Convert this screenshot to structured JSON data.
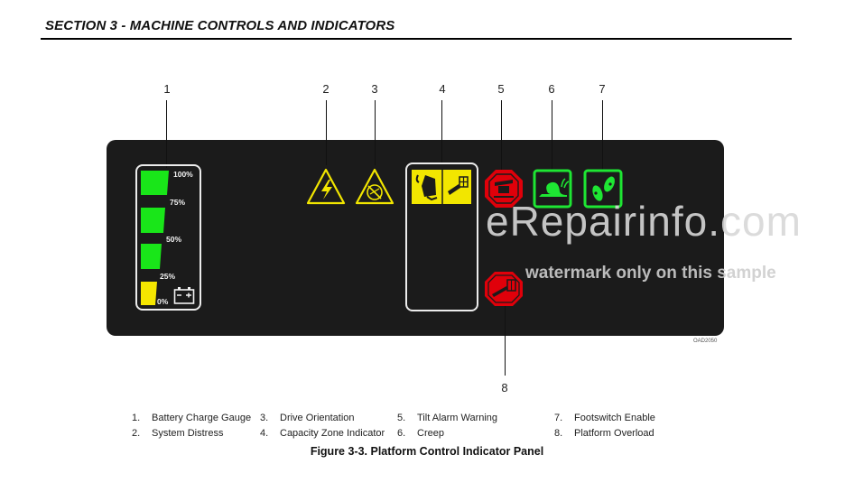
{
  "header": {
    "section_title": "SECTION 3 - MACHINE CONTROLS AND INDICATORS"
  },
  "callouts": [
    "1",
    "2",
    "3",
    "4",
    "5",
    "6",
    "7",
    "8"
  ],
  "gauge": {
    "levels": [
      "100%",
      "75%",
      "50%",
      "25%",
      "0%"
    ],
    "charge_fraction": 0.25
  },
  "panel": {
    "reference_code": "OAD2050"
  },
  "watermark": {
    "brand": "eRepairinfo.com",
    "note": "watermark only on this sample"
  },
  "legend": [
    {
      "num": "1.",
      "label": "Battery Charge Gauge"
    },
    {
      "num": "2.",
      "label": "System Distress"
    },
    {
      "num": "3.",
      "label": "Drive Orientation"
    },
    {
      "num": "4.",
      "label": "Capacity Zone Indicator"
    },
    {
      "num": "5.",
      "label": "Tilt Alarm Warning"
    },
    {
      "num": "6.",
      "label": "Creep"
    },
    {
      "num": "7.",
      "label": "Footswitch Enable"
    },
    {
      "num": "8.",
      "label": "Platform Overload"
    }
  ],
  "figure_caption": "Figure 3-3. Platform Control Indicator Panel",
  "colors": {
    "panel": "#1b1b1b",
    "gauge_green": "#19e619",
    "gauge_yellow": "#f5e600",
    "warning_yellow": "#f2e600",
    "alarm_red": "#e0000a",
    "creep_green": "#1ee633"
  }
}
